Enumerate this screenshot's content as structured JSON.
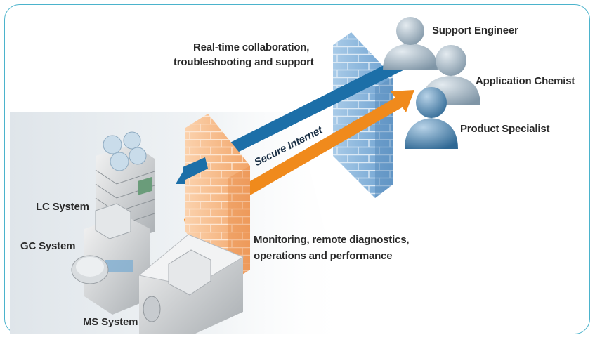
{
  "diagram": {
    "roles": {
      "support_engineer": "Support Engineer",
      "application_chemist": "Application Chemist",
      "product_specialist": "Product Specialist"
    },
    "collaboration_line1": "Real-time collaboration,",
    "collaboration_line2": "troubleshooting and support",
    "channel": "Secure Internet",
    "monitoring_line1": "Monitoring, remote diagnostics,",
    "monitoring_line2": "operations and performance",
    "systems": {
      "lc": "LC System",
      "gc": "GC System",
      "ms": "MS System"
    }
  },
  "colors": {
    "frame_border": "#4bb3cc",
    "blue_arrow": "#1c6fa8",
    "orange_arrow": "#f08a1c",
    "firewall_blue": "#8ab8de",
    "firewall_orange": "#f5b98a",
    "person_grey": "#8fa4b4",
    "person_blue": "#3f79a6"
  },
  "icons": [
    "person-icon",
    "firewall-icon",
    "instrument-icon"
  ]
}
